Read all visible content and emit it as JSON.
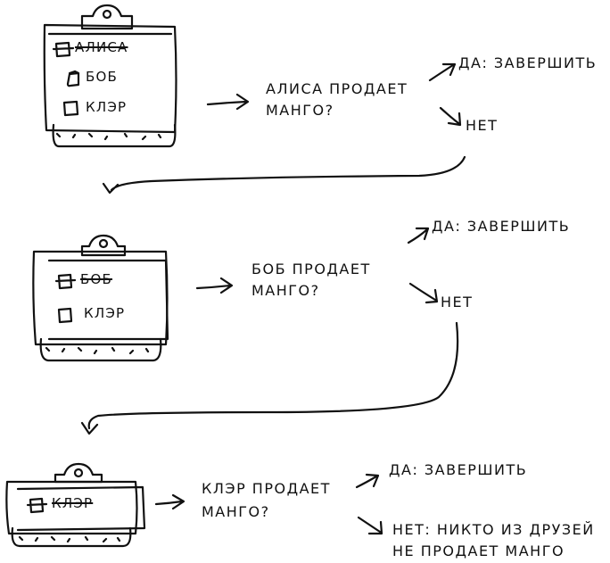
{
  "steps": [
    {
      "checklist": [
        {
          "name": "АЛИСА",
          "crossed": true
        },
        {
          "name": "БОБ",
          "crossed": false
        },
        {
          "name": "КЛЭР",
          "crossed": false
        }
      ],
      "question": [
        "АЛИСА ПРОДАЕТ",
        "МАНГО?"
      ],
      "yes": "ДА: ЗАВЕРШИТЬ",
      "no": [
        "НЕТ"
      ]
    },
    {
      "checklist": [
        {
          "name": "БОБ",
          "crossed": true
        },
        {
          "name": "КЛЭР",
          "crossed": false
        }
      ],
      "question": [
        "БОБ ПРОДАЕТ",
        "МАНГО?"
      ],
      "yes": "ДА: ЗАВЕРШИТЬ",
      "no": [
        "НЕТ"
      ]
    },
    {
      "checklist": [
        {
          "name": "КЛЭР",
          "crossed": true
        }
      ],
      "question": [
        "КЛЭР ПРОДАЕТ",
        "МАНГО?"
      ],
      "yes": "ДА: ЗАВЕРШИТЬ",
      "no": [
        "НЕТ: НИКТО ИЗ ДРУЗЕЙ",
        "НЕ ПРОДАЕТ МАНГО"
      ]
    }
  ]
}
